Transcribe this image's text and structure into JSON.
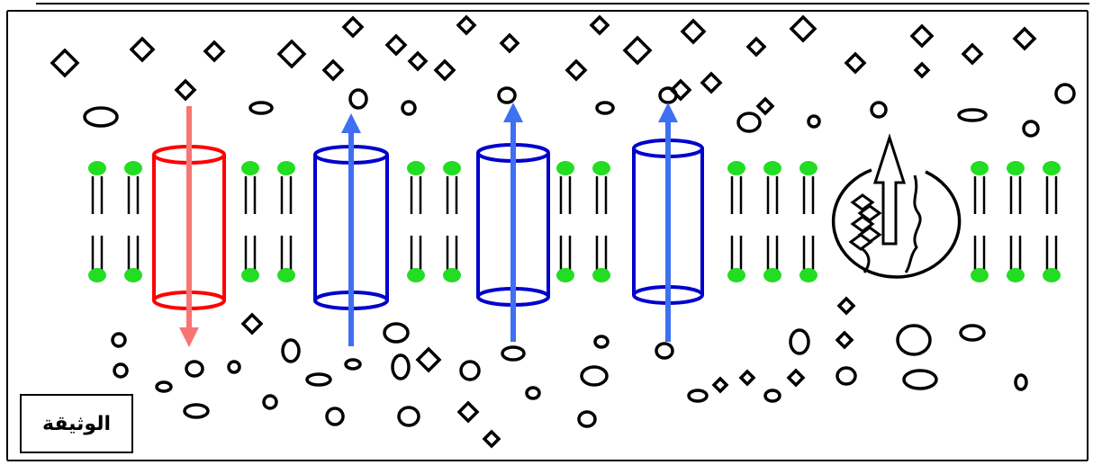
{
  "document_label": "الوثيقة",
  "colors": {
    "lipid_head": "#22dd22",
    "red_channel": "#ff0000",
    "red_arrow": "#f77575",
    "blue_channel": "#0000cc",
    "blue_arrow": "#3f6ff2",
    "outline": "#000000"
  },
  "channels": [
    {
      "name": "red-channel",
      "color": "red",
      "direction": "down"
    },
    {
      "name": "blue-channel-1",
      "color": "blue",
      "direction": "up"
    },
    {
      "name": "blue-channel-2",
      "color": "blue",
      "direction": "up"
    },
    {
      "name": "blue-channel-3",
      "color": "blue",
      "direction": "up"
    },
    {
      "name": "pump-protein",
      "color": "black",
      "direction": "up"
    }
  ]
}
